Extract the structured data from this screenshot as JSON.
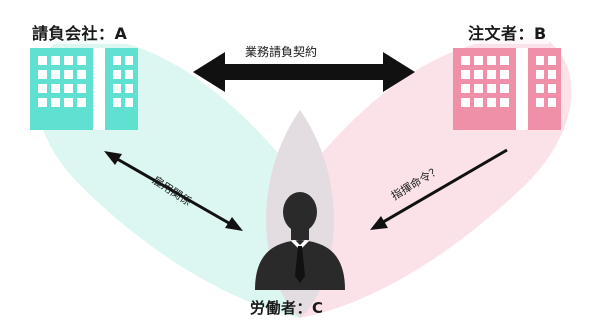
{
  "diagram": {
    "contractor": {
      "label": "請負会社：A",
      "color": "#5fe0d0"
    },
    "client": {
      "label": "注文者：B",
      "color": "#f090a8"
    },
    "worker": {
      "label": "労働者：C",
      "color": "#2a2a2a"
    },
    "contract_relation": "業務請負契約",
    "employment_relation": "雇用関係",
    "command_relation": "指揮命令？",
    "colors": {
      "left_region": "#dcf7f1",
      "right_region": "#fbe0e7",
      "overlap_region": "#e3dde1",
      "arrow": "#111111"
    }
  }
}
